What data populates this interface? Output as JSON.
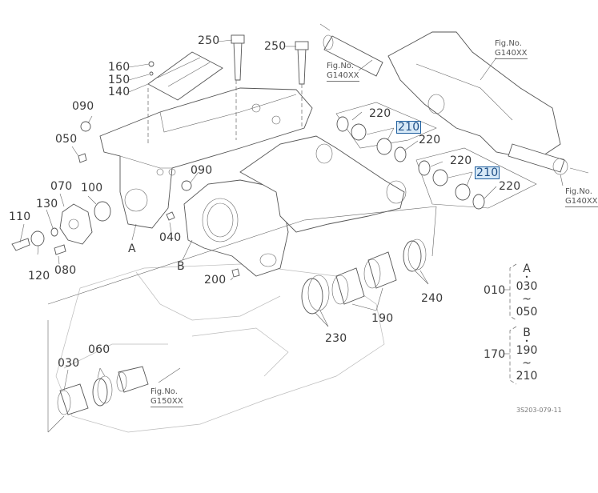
{
  "diagram": {
    "title": "Exploded parts diagram - front axle bracket assembly",
    "callouts": {
      "p250a": "250",
      "p250b": "250",
      "p160": "160",
      "p150": "150",
      "p140": "140",
      "p090a": "090",
      "p090b": "090",
      "p050": "050",
      "p070": "070",
      "p100": "100",
      "p130": "130",
      "p110": "110",
      "p120": "120",
      "p080": "080",
      "p040": "040",
      "p200": "200",
      "p220a": "220",
      "p220b": "220",
      "p220c": "220",
      "p220d": "220",
      "p210a": "210",
      "p210b": "210",
      "p230": "230",
      "p190": "190",
      "p240": "240",
      "p030": "030",
      "p060": "060",
      "markA": "A",
      "markB": "B"
    },
    "figure_refs": [
      {
        "line1": "Fig.No.",
        "line2": "G140XX"
      },
      {
        "line1": "Fig.No.",
        "line2": "G140XX"
      },
      {
        "line1": "Fig.No.",
        "line2": "G140XX"
      },
      {
        "line1": "Fig.No.",
        "line2": "G150XX"
      }
    ],
    "groups": [
      {
        "part": "010",
        "ref": "A",
        "from": "030",
        "tilde": "~",
        "to": "050",
        "dot": "•"
      },
      {
        "part": "170",
        "ref": "B",
        "from": "190",
        "tilde": "~",
        "to": "210",
        "dot": "•"
      }
    ],
    "drawing_code": "3S203-079-11",
    "highlight_color": "#1f5f9e"
  }
}
